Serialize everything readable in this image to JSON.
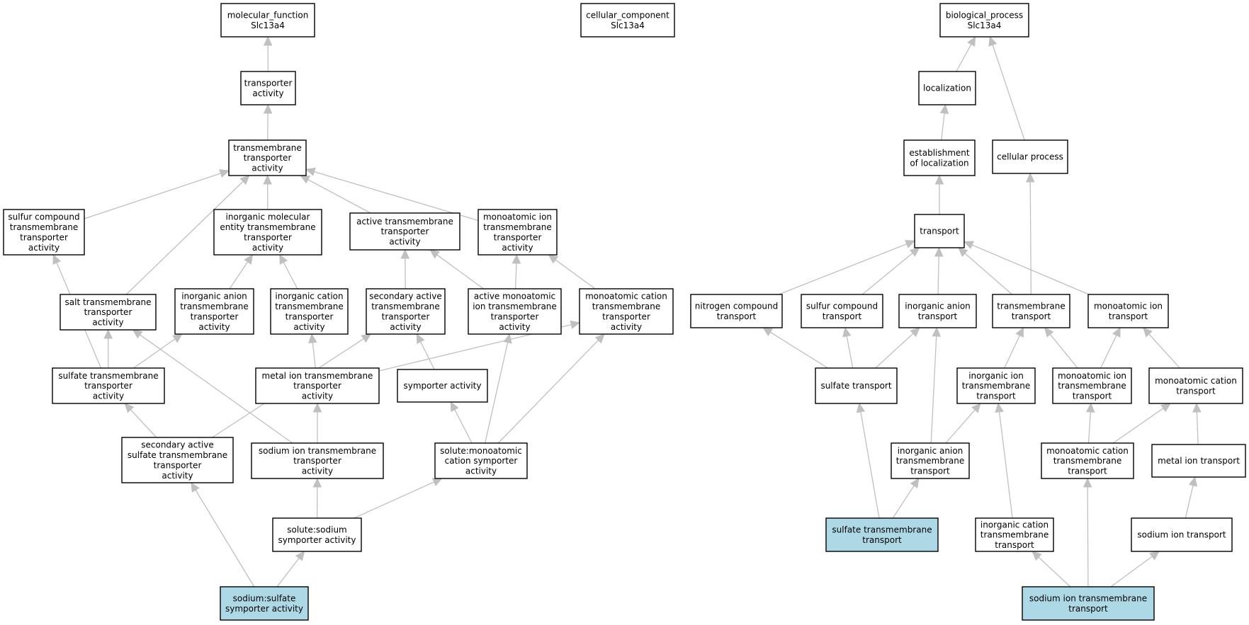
{
  "colors": {
    "edge": "#c0c0c0",
    "highlight": "#add8e6",
    "node_fill": "#ffffff",
    "border": "#000000"
  },
  "nodes": [
    {
      "id": "mf_root",
      "lines": [
        "molecular_function",
        "Slc13a4"
      ]
    },
    {
      "id": "transporter_activity",
      "lines": [
        "transporter",
        "activity"
      ]
    },
    {
      "id": "tm_transporter",
      "lines": [
        "transmembrane",
        "transporter",
        "activity"
      ]
    },
    {
      "id": "sulfur_tm",
      "lines": [
        "sulfur compound",
        "transmembrane",
        "transporter",
        "activity"
      ]
    },
    {
      "id": "inorg_mol_tm",
      "lines": [
        "inorganic molecular",
        "entity transmembrane",
        "transporter",
        "activity"
      ]
    },
    {
      "id": "active_tm",
      "lines": [
        "active transmembrane",
        "transporter",
        "activity"
      ]
    },
    {
      "id": "monoion_tm",
      "lines": [
        "monoatomic ion",
        "transmembrane",
        "transporter",
        "activity"
      ]
    },
    {
      "id": "salt_tm",
      "lines": [
        "salt transmembrane",
        "transporter",
        "activity"
      ]
    },
    {
      "id": "inorg_anion_tm",
      "lines": [
        "inorganic anion",
        "transmembrane",
        "transporter",
        "activity"
      ]
    },
    {
      "id": "inorg_cation_tm",
      "lines": [
        "inorganic cation",
        "transmembrane",
        "transporter",
        "activity"
      ]
    },
    {
      "id": "sec_active_tm",
      "lines": [
        "secondary active",
        "transmembrane",
        "transporter",
        "activity"
      ]
    },
    {
      "id": "active_monoion_tm",
      "lines": [
        "active monoatomic",
        "ion transmembrane",
        "transporter",
        "activity"
      ]
    },
    {
      "id": "monocation_tm",
      "lines": [
        "monoatomic cation",
        "transmembrane",
        "transporter",
        "activity"
      ]
    },
    {
      "id": "sulfate_tm",
      "lines": [
        "sulfate transmembrane",
        "transporter",
        "activity"
      ]
    },
    {
      "id": "metal_ion_tm",
      "lines": [
        "metal ion transmembrane",
        "transporter",
        "activity"
      ]
    },
    {
      "id": "symporter",
      "lines": [
        "symporter activity"
      ]
    },
    {
      "id": "sec_active_sulfate",
      "lines": [
        "secondary active",
        "sulfate transmembrane",
        "transporter",
        "activity"
      ]
    },
    {
      "id": "sodium_ion_tm_act",
      "lines": [
        "sodium ion transmembrane",
        "transporter",
        "activity"
      ]
    },
    {
      "id": "solute_monocation_sym",
      "lines": [
        "solute:monoatomic",
        "cation symporter",
        "activity"
      ]
    },
    {
      "id": "solute_sodium_sym",
      "lines": [
        "solute:sodium",
        "symporter activity"
      ]
    },
    {
      "id": "sodium_sulfate_sym",
      "lines": [
        "sodium:sulfate",
        "symporter activity"
      ],
      "highlight": true
    },
    {
      "id": "cc_root",
      "lines": [
        "cellular_component",
        "Slc13a4"
      ]
    },
    {
      "id": "bp_root",
      "lines": [
        "biological_process",
        "Slc13a4"
      ]
    },
    {
      "id": "localization",
      "lines": [
        "localization"
      ]
    },
    {
      "id": "est_localization",
      "lines": [
        "establishment",
        "of localization"
      ]
    },
    {
      "id": "cellular_process",
      "lines": [
        "cellular process"
      ]
    },
    {
      "id": "transport",
      "lines": [
        "transport"
      ]
    },
    {
      "id": "nitrogen_transport",
      "lines": [
        "nitrogen compound",
        "transport"
      ]
    },
    {
      "id": "sulfur_transport",
      "lines": [
        "sulfur compound",
        "transport"
      ]
    },
    {
      "id": "inorg_anion_transport",
      "lines": [
        "inorganic anion",
        "transport"
      ]
    },
    {
      "id": "tm_transport",
      "lines": [
        "transmembrane",
        "transport"
      ]
    },
    {
      "id": "monoion_transport",
      "lines": [
        "monoatomic ion",
        "transport"
      ]
    },
    {
      "id": "sulfate_transport",
      "lines": [
        "sulfate transport"
      ]
    },
    {
      "id": "inorg_ion_tm_transport",
      "lines": [
        "inorganic ion",
        "transmembrane",
        "transport"
      ]
    },
    {
      "id": "monoion_tm_transport",
      "lines": [
        "monoatomic ion",
        "transmembrane",
        "transport"
      ]
    },
    {
      "id": "monocation_transport",
      "lines": [
        "monoatomic cation",
        "transport"
      ]
    },
    {
      "id": "inorg_anion_tm_transport",
      "lines": [
        "inorganic anion",
        "transmembrane",
        "transport"
      ]
    },
    {
      "id": "monocation_tm_transport",
      "lines": [
        "monoatomic cation",
        "transmembrane",
        "transport"
      ]
    },
    {
      "id": "metal_ion_transport",
      "lines": [
        "metal ion transport"
      ]
    },
    {
      "id": "sulfate_tm_transport",
      "lines": [
        "sulfate transmembrane",
        "transport"
      ],
      "highlight": true
    },
    {
      "id": "inorg_cation_tm_transport",
      "lines": [
        "inorganic cation",
        "transmembrane",
        "transport"
      ]
    },
    {
      "id": "sodium_ion_transport",
      "lines": [
        "sodium ion transport"
      ]
    },
    {
      "id": "sodium_ion_tm_transport",
      "lines": [
        "sodium ion transmembrane",
        "transport"
      ],
      "highlight": true
    }
  ],
  "edges": [
    [
      "transporter_activity",
      "mf_root"
    ],
    [
      "tm_transporter",
      "transporter_activity"
    ],
    [
      "sulfur_tm",
      "tm_transporter"
    ],
    [
      "inorg_mol_tm",
      "tm_transporter"
    ],
    [
      "active_tm",
      "tm_transporter"
    ],
    [
      "monoion_tm",
      "tm_transporter"
    ],
    [
      "salt_tm",
      "tm_transporter"
    ],
    [
      "inorg_anion_tm",
      "inorg_mol_tm"
    ],
    [
      "inorg_cation_tm",
      "inorg_mol_tm"
    ],
    [
      "sec_active_tm",
      "active_tm"
    ],
    [
      "active_monoion_tm",
      "active_tm"
    ],
    [
      "active_monoion_tm",
      "monoion_tm"
    ],
    [
      "monocation_tm",
      "monoion_tm"
    ],
    [
      "sulfate_tm",
      "sulfur_tm"
    ],
    [
      "sulfate_tm",
      "salt_tm"
    ],
    [
      "sulfate_tm",
      "inorg_anion_tm"
    ],
    [
      "metal_ion_tm",
      "inorg_cation_tm"
    ],
    [
      "metal_ion_tm",
      "monocation_tm"
    ],
    [
      "symporter",
      "sec_active_tm"
    ],
    [
      "sec_active_sulfate",
      "sulfate_tm"
    ],
    [
      "sec_active_sulfate",
      "sec_active_tm"
    ],
    [
      "sodium_ion_tm_act",
      "metal_ion_tm"
    ],
    [
      "sodium_ion_tm_act",
      "salt_tm"
    ],
    [
      "solute_monocation_sym",
      "symporter"
    ],
    [
      "solute_monocation_sym",
      "active_monoion_tm"
    ],
    [
      "solute_monocation_sym",
      "monocation_tm"
    ],
    [
      "solute_sodium_sym",
      "sodium_ion_tm_act"
    ],
    [
      "solute_sodium_sym",
      "solute_monocation_sym"
    ],
    [
      "sodium_sulfate_sym",
      "sec_active_sulfate"
    ],
    [
      "sodium_sulfate_sym",
      "solute_sodium_sym"
    ],
    [
      "localization",
      "bp_root"
    ],
    [
      "cellular_process",
      "bp_root"
    ],
    [
      "est_localization",
      "localization"
    ],
    [
      "transport",
      "est_localization"
    ],
    [
      "tm_transport",
      "cellular_process"
    ],
    [
      "nitrogen_transport",
      "transport"
    ],
    [
      "sulfur_transport",
      "transport"
    ],
    [
      "inorg_anion_transport",
      "transport"
    ],
    [
      "tm_transport",
      "transport"
    ],
    [
      "monoion_transport",
      "transport"
    ],
    [
      "sulfate_transport",
      "nitrogen_transport"
    ],
    [
      "sulfate_transport",
      "sulfur_transport"
    ],
    [
      "sulfate_transport",
      "inorg_anion_transport"
    ],
    [
      "inorg_ion_tm_transport",
      "tm_transport"
    ],
    [
      "monoion_tm_transport",
      "tm_transport"
    ],
    [
      "monoion_tm_transport",
      "monoion_transport"
    ],
    [
      "monocation_transport",
      "monoion_transport"
    ],
    [
      "inorg_anion_tm_transport",
      "inorg_anion_transport"
    ],
    [
      "inorg_anion_tm_transport",
      "inorg_ion_tm_transport"
    ],
    [
      "monocation_tm_transport",
      "monoion_tm_transport"
    ],
    [
      "monocation_tm_transport",
      "monocation_transport"
    ],
    [
      "metal_ion_transport",
      "monocation_transport"
    ],
    [
      "sulfate_tm_transport",
      "sulfate_transport"
    ],
    [
      "sulfate_tm_transport",
      "inorg_anion_tm_transport"
    ],
    [
      "inorg_cation_tm_transport",
      "inorg_ion_tm_transport"
    ],
    [
      "sodium_ion_transport",
      "metal_ion_transport"
    ],
    [
      "sodium_ion_tm_transport",
      "inorg_cation_tm_transport"
    ],
    [
      "sodium_ion_tm_transport",
      "monocation_tm_transport"
    ],
    [
      "sodium_ion_tm_transport",
      "sodium_ion_transport"
    ]
  ]
}
